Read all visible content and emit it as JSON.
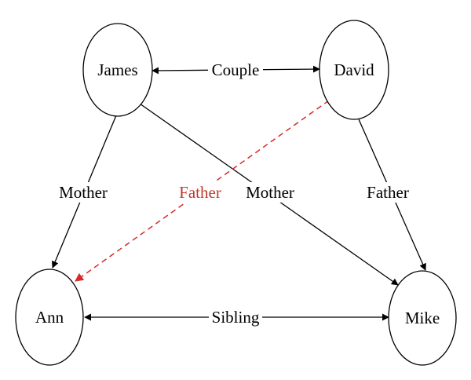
{
  "nodes": {
    "james": "James",
    "david": "David",
    "ann": "Ann",
    "mike": "Mike"
  },
  "edges": {
    "couple": "Couple",
    "sibling": "Sibling",
    "james_ann": "Mother",
    "james_mike": "Mother",
    "david_ann": "Father",
    "david_mike": "Father"
  },
  "colors": {
    "line": "#000000",
    "highlight": "#d42a2a"
  }
}
